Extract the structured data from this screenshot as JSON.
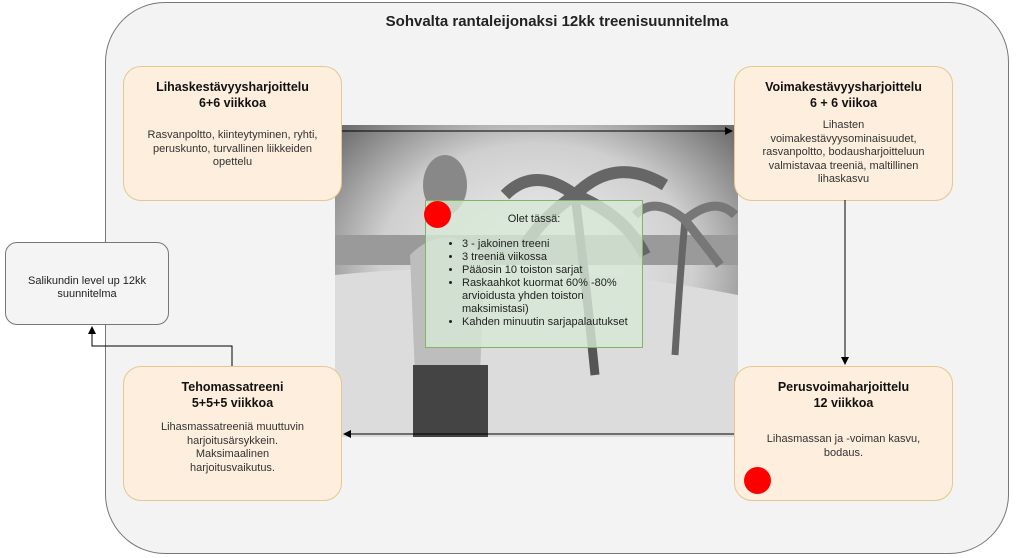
{
  "title": "Sohvalta rantaleijonaksi 12kk treenisuunnitelma",
  "side_box": {
    "label": "Salikundin level up 12kk suunnitelma"
  },
  "phases": [
    {
      "title": "Lihaskestävyysharjoittelu",
      "duration": "6+6 viikkoa",
      "description": "Rasvanpoltto, kiinteytyminen, ryhti, peruskunto, turvallinen liikkeiden opettelu"
    },
    {
      "title": "Voimakestävyysharjoittelu",
      "duration": "6 + 6 viikoa",
      "description": "Lihasten voimakestävyysominaisuudet, rasvanpoltto, bodausharjoitteluun valmistavaa treeniä, maltillinen lihaskasvu"
    },
    {
      "title": "Perusvoimaharjoittelu",
      "duration": "12 viikkoa",
      "description": "Lihasmassan ja -voiman kasvu, bodaus."
    },
    {
      "title": "Tehomassatreeni",
      "duration": "5+5+5 viikkoa",
      "description": "Lihasmassatreeniä muuttuvin harjoitusärsykkein. Maksimaalinen harjoitusvaikutus."
    }
  ],
  "current": {
    "heading": "Olet tässä:",
    "items": [
      "3 - jakoinen treeni",
      "3 treeniä viikossa",
      "Pääosin 10 toiston sarjat",
      "Raskaahkot kuormat 60% -80% arvioidusta yhden toiston maksimistasi)",
      "Kahden minuutin sarjapalautukset"
    ]
  },
  "colors": {
    "phase_fill": "#fdeedd",
    "phase_border": "#e3c88f",
    "marker": "#ff0000",
    "note_border": "#82b366"
  }
}
